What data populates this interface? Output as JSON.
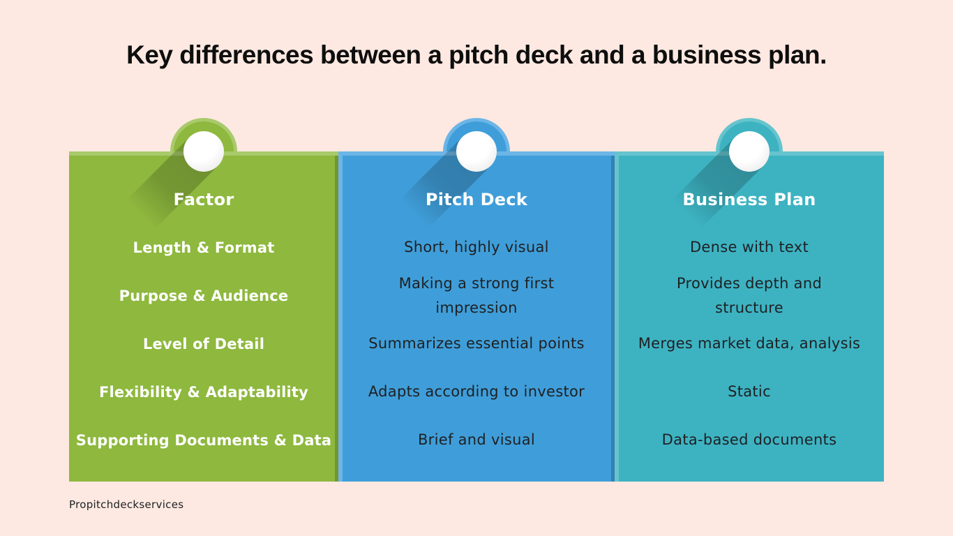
{
  "title": "Key differences between a pitch deck and a business plan.",
  "footer": "Propitchdeckservices",
  "colors": {
    "background": "#fde9e1",
    "title_color": "#0e0e0e",
    "header_text": "#ffffff",
    "value_text": "#1e2023"
  },
  "table": {
    "columns": [
      {
        "header": "Factor",
        "accent": "#8eb83e",
        "accent_light": "#a9ca6b",
        "rows": [
          "Length & Format",
          "Purpose & Audience",
          "Level of Detail",
          "Flexibility & Adaptability",
          "Supporting Documents & Data"
        ]
      },
      {
        "header": "Pitch Deck",
        "accent": "#3f9ed9",
        "accent_light": "#6cb5e6",
        "rows": [
          "Short, highly visual",
          "Making a strong first\nimpression",
          "Summarizes essential points",
          "Adapts according to investor",
          "Brief and visual"
        ]
      },
      {
        "header": "Business Plan",
        "accent": "#3db3c2",
        "accent_light": "#66c4ce",
        "rows": [
          "Dense with text",
          "Provides depth and\nstructure",
          "Merges market data, analysis",
          "Static",
          "Data-based documents"
        ]
      }
    ]
  }
}
